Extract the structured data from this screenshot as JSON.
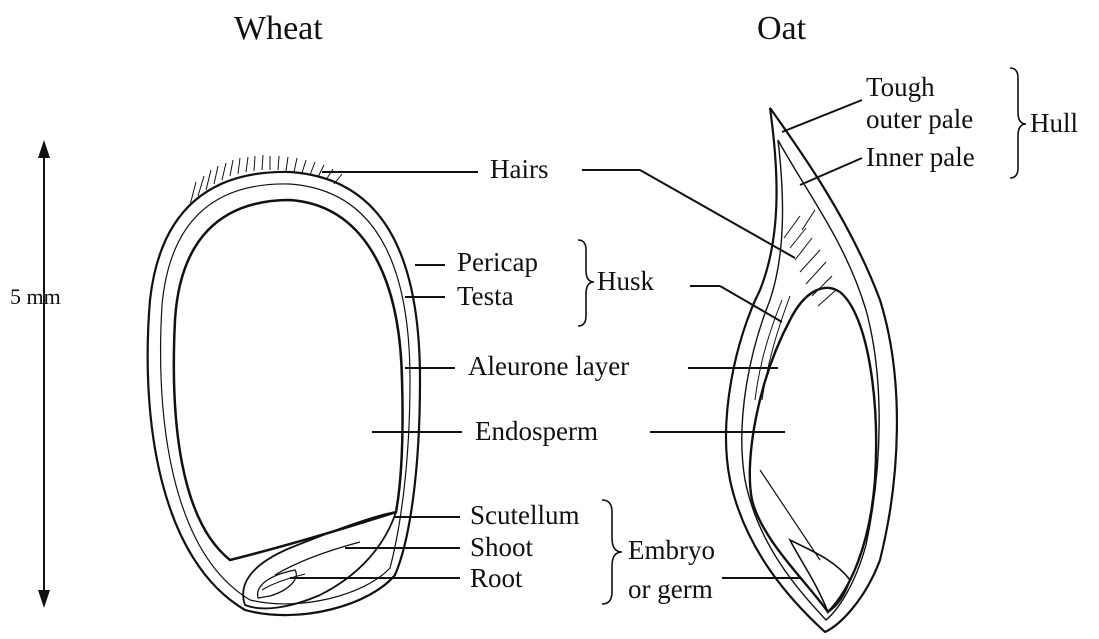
{
  "titles": {
    "wheat": "Wheat",
    "oat": "Oat"
  },
  "scale": {
    "label": "5 mm"
  },
  "labels": {
    "hairs": "Hairs",
    "pericap": "Pericap",
    "testa": "Testa",
    "husk": "Husk",
    "aleurone": "Aleurone layer",
    "endosperm": "Endosperm",
    "scutellum": "Scutellum",
    "shoot": "Shoot",
    "root": "Root",
    "embryo_line1": "Embryo",
    "embryo_line2": "or germ",
    "tough_line1": "Tough",
    "tough_line2": "outer pale",
    "inner_pale": "Inner pale",
    "hull": "Hull"
  }
}
